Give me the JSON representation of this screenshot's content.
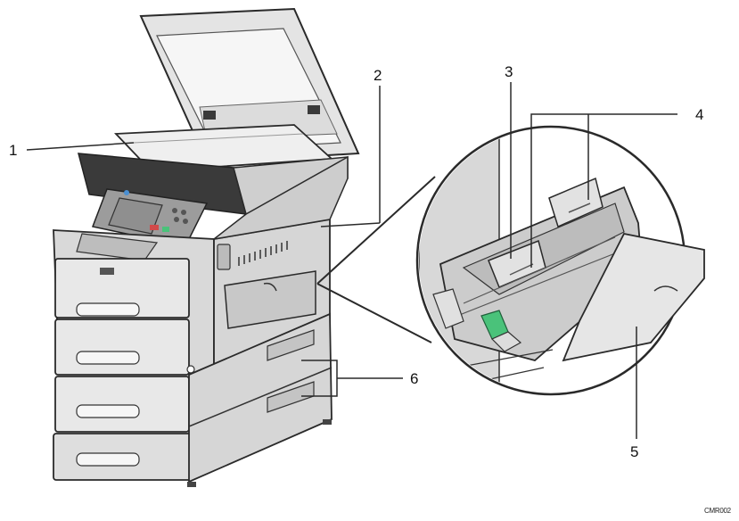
{
  "callouts": {
    "c1": "1",
    "c2": "2",
    "c3": "3",
    "c4": "4",
    "c5": "5",
    "c6": "6"
  },
  "figure_code": "CMR002",
  "colors": {
    "outline": "#2a2a2a",
    "body": "#d6d6d6",
    "panel": "#bdbdbd",
    "dark": "#3a3a3a",
    "screen": "#8f8f8f",
    "accent_green": "#4ac27a",
    "accent_red": "#d24a4a",
    "accent_blue": "#4a8fd2"
  }
}
